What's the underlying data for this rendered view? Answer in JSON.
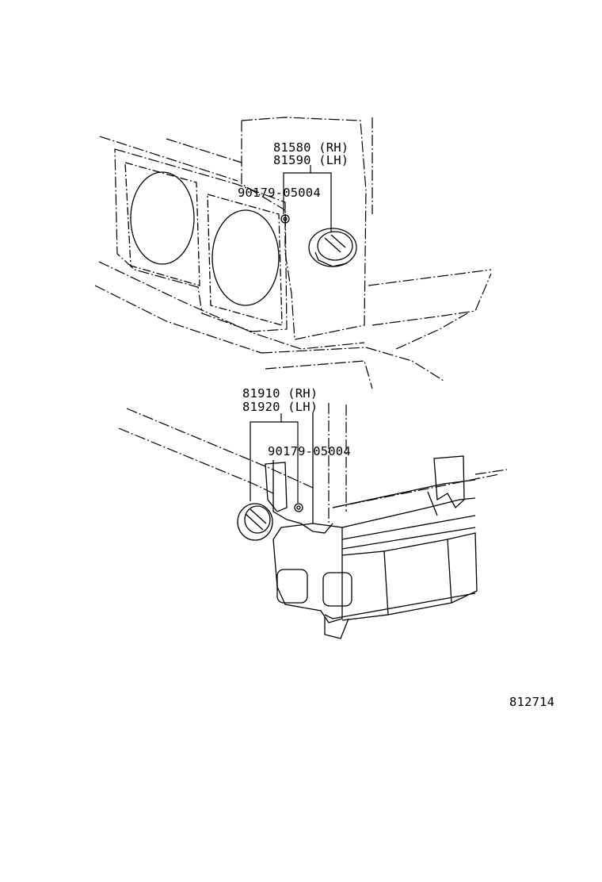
{
  "callouts": {
    "upper_rh": "81580 (RH)",
    "upper_lh": "81590 (LH)",
    "upper_screw": "90179-05004",
    "lower_rh": "81910 (RH)",
    "lower_lh": "81920 (LH)",
    "lower_screw": "90179-05004"
  },
  "illustration_id": "812714"
}
